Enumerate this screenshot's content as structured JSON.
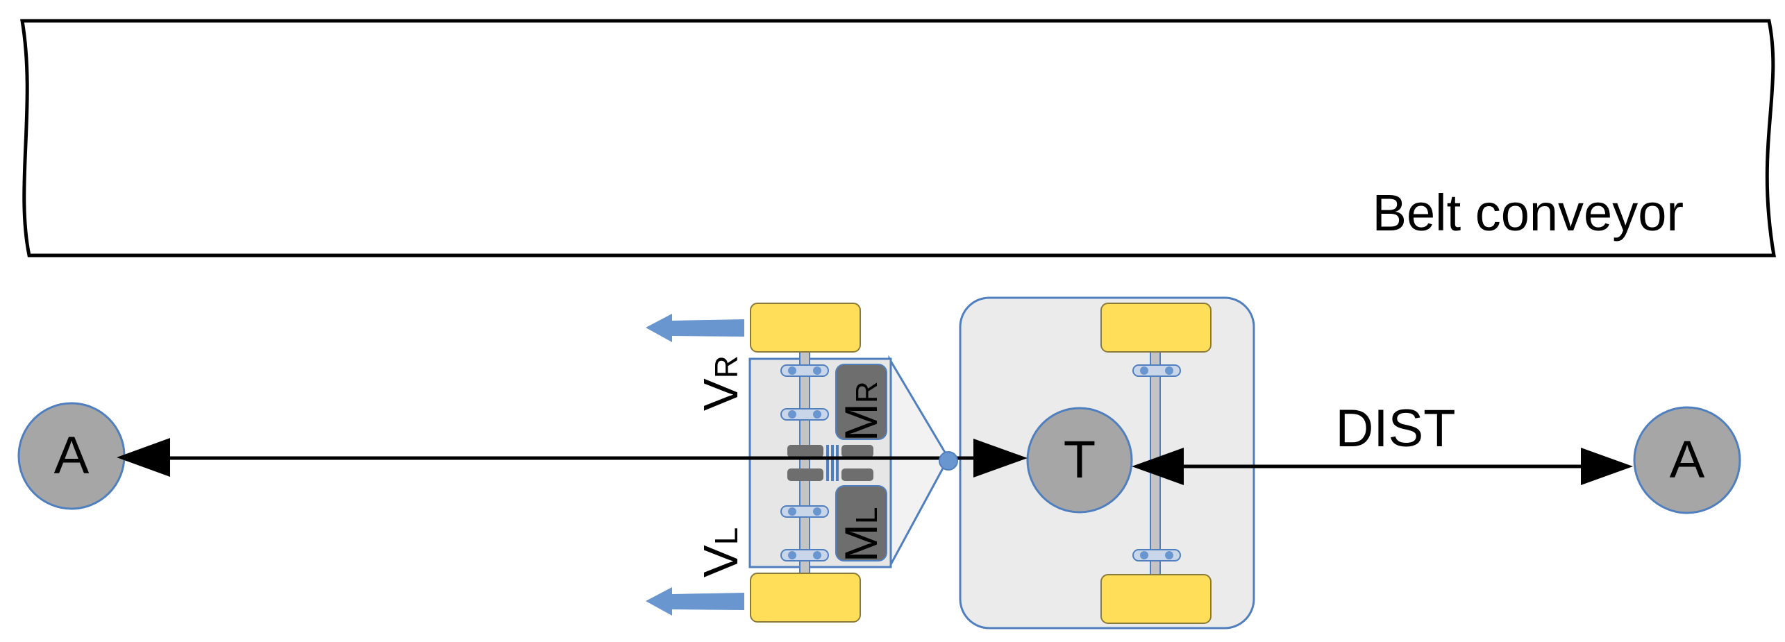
{
  "conveyor": {
    "label": "Belt conveyor"
  },
  "anchors": {
    "left_label": "A",
    "right_label": "A"
  },
  "target": {
    "label": "T"
  },
  "distance": {
    "label": "DIST"
  },
  "robot": {
    "velocity_right": {
      "main": "V",
      "sub": "R"
    },
    "velocity_left": {
      "main": "V",
      "sub": "L"
    },
    "motor_right": {
      "main": "M",
      "sub": "R"
    },
    "motor_left": {
      "main": "M",
      "sub": "L"
    }
  },
  "colors": {
    "line": "#000000",
    "wheel": "#ffde59",
    "wheel_stroke": "#8a7a3a",
    "anchor_fill": "#a6a6a6",
    "motor_fill": "#6e6e6e",
    "body_fill": "#e8e8e8",
    "frame_stroke": "#4f7fbf",
    "velocity_arrow": "#6a96cf"
  }
}
